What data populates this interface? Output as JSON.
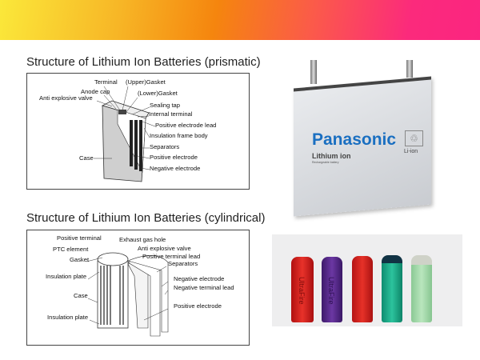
{
  "banner_colors": [
    "#fbe83a",
    "#f5850e",
    "#fb2580"
  ],
  "prismatic": {
    "title": "Structure of Lithium Ion Batteries (prismatic)",
    "labels": [
      "Terminal",
      "(Upper)Gasket",
      "Anode cap",
      "(Lower)Gasket",
      "Anti explosive valve",
      "Sealing tap",
      "Internal terminal",
      "Positive electrode lead",
      "Insulation frame body",
      "Separators",
      "Positive electrode",
      "Negative electrode",
      "Case"
    ]
  },
  "cylindrical": {
    "title": "Structure of Lithium Ion Batteries (cylindrical)",
    "labels": [
      "Positive terminal",
      "Exhaust gas hole",
      "PTC element",
      "Anti explosive valve",
      "Gasket",
      "Positive terminal lead",
      "Separators",
      "Insulation plate",
      "Negative electrode",
      "Negative terminal lead",
      "Case",
      "Positive electrode",
      "Insulation plate"
    ]
  },
  "panasonic_photo": {
    "brand": "Panasonic",
    "product": "Lithium ion",
    "subtext": "Rechargeable battery",
    "badge": "Li-ion",
    "brand_color": "#1a6fc1"
  },
  "cells_photo": {
    "cells": [
      {
        "color": "#d8201e",
        "text": "UltraFire"
      },
      {
        "color": "#5a2a8c",
        "text": "UltraFire"
      },
      {
        "color": "#d82422",
        "text": ""
      },
      {
        "color": "#1fb08e",
        "text": ""
      },
      {
        "color": "#a9dcae",
        "text": ""
      }
    ]
  }
}
